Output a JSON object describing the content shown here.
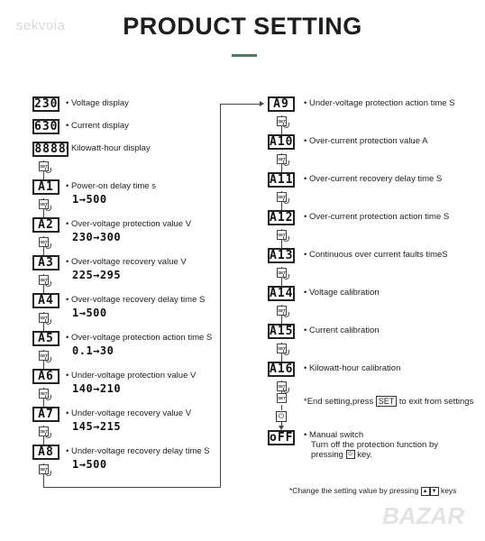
{
  "watermark": "sekvoia",
  "title": "PRODUCT SETTING",
  "set_label": "SET",
  "left": [
    {
      "code": "230",
      "label": "Voltage display",
      "range": ""
    },
    {
      "code": "630",
      "label": "Current display",
      "range": ""
    },
    {
      "code": "8888",
      "label": "Kilowatt-hour display",
      "range": ""
    },
    {
      "code": "A1",
      "label": "Power-on delay time s",
      "range": "1→500"
    },
    {
      "code": "A2",
      "label": "Over-voltage protection value V",
      "range": "230→300"
    },
    {
      "code": "A3",
      "label": "Over-voltage recovery value V",
      "range": "225→295"
    },
    {
      "code": "A4",
      "label": "Over-voltage recovery delay time S",
      "range": "1→500"
    },
    {
      "code": "A5",
      "label": "Over-voltage protection action time S",
      "range": "0.1→30"
    },
    {
      "code": "A6",
      "label": "Under-voltage protection value V",
      "range": "140→210"
    },
    {
      "code": "A7",
      "label": "Under-voltage recovery value V",
      "range": "145→215"
    },
    {
      "code": "A8",
      "label": "Under-voltage recovery delay time S",
      "range": "1→500"
    }
  ],
  "right": [
    {
      "code": "A9",
      "label": "Under-voltage protection action time S"
    },
    {
      "code": "A10",
      "label": "Over-current protection value A"
    },
    {
      "code": "A11",
      "label": "Over-current recovery delay time S"
    },
    {
      "code": "A12",
      "label": "Over-current protection action time S"
    },
    {
      "code": "A13",
      "label": "Continuous over current faults timeS"
    },
    {
      "code": "A14",
      "label": "Voltage calibration"
    },
    {
      "code": "A15",
      "label": "Current calibration"
    },
    {
      "code": "A16",
      "label": "Kilowatt-hour calibration"
    }
  ],
  "end_setting": {
    "prefix": "*End setting,press",
    "key": "SET",
    "suffix": "to exit from settings"
  },
  "manual": {
    "code": "oFF",
    "line1": "Manual switch",
    "line2": "Turn off the protection function by",
    "line3_prefix": "pressing",
    "line3_suffix": "key."
  },
  "power_symbol": "⏻",
  "note": {
    "prefix": "*Change the setting value by pressing",
    "suffix": "keys",
    "up": "▲",
    "down": "▼"
  },
  "logo": "BAZAR"
}
